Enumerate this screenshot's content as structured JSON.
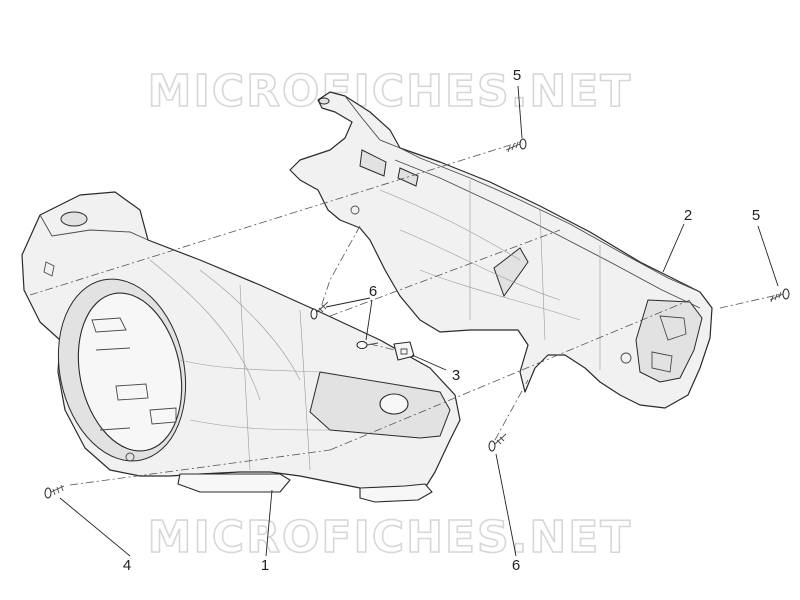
{
  "watermark": {
    "top": "MICROFICHES.NET",
    "bottom": "MICROFICHES.NET"
  },
  "callouts": {
    "part_1": "1",
    "part_2": "2",
    "part_3": "3",
    "part_4": "4",
    "part_5_top": "5",
    "part_5_right": "5",
    "part_6_mid": "6",
    "part_6_bottom": "6"
  }
}
